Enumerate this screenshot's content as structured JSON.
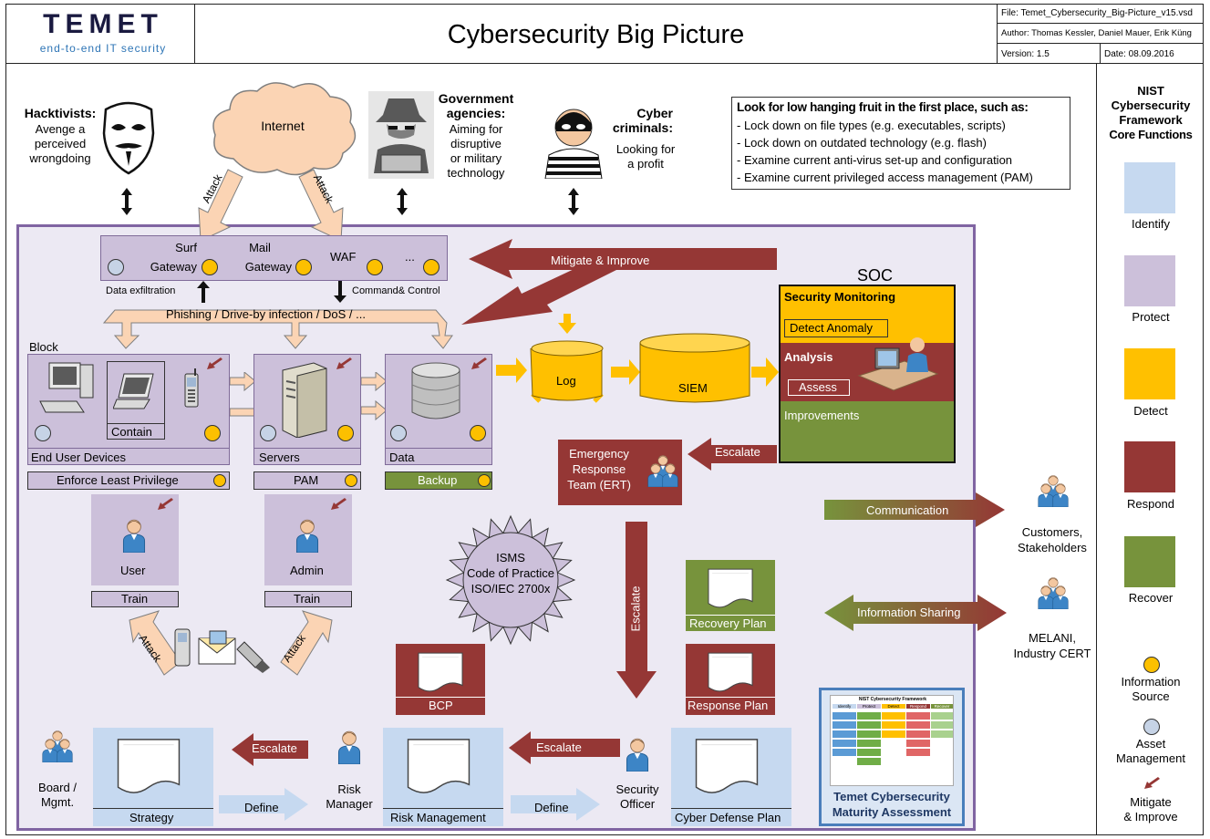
{
  "header": {
    "logo_word": "TEMET",
    "logo_tagline": "end-to-end IT security",
    "title": "Cybersecurity Big Picture",
    "file": "File: Temet_Cybersecurity_Big-Picture_v15.vsd",
    "author": "Author: Thomas Kessler, Daniel Mauer, Erik Küng",
    "version": "Version: 1.5",
    "date": "Date: 08.09.2016"
  },
  "actors": {
    "hacktivists_title": "Hacktivists:",
    "hacktivists_desc": [
      "Avenge a",
      "perceived",
      "wrongdoing"
    ],
    "government_title": [
      "Government",
      "agencies:"
    ],
    "government_desc": [
      "Aiming for",
      "disruptive",
      "or military",
      "technology"
    ],
    "criminals_title": [
      "Cyber",
      "criminals:"
    ],
    "criminals_desc": [
      "Looking for",
      "a profit"
    ]
  },
  "internet": "Internet",
  "attack": "Attack",
  "tips": {
    "heading": "Look for low hanging fruit in the first place, such as:",
    "items": [
      "- Lock down on file types (e.g. executables, scripts)",
      "- Lock down on outdated technology (e.g. flash)",
      "- Examine current anti-virus set-up and configuration",
      "- Examine current privileged access management (PAM)"
    ]
  },
  "gateways": {
    "surf": [
      "Surf",
      "Gateway"
    ],
    "mail": [
      "Mail",
      "Gateway"
    ],
    "waf": "WAF",
    "more": "...",
    "exfil": "Data exfiltration",
    "cc": "Command& Control"
  },
  "mitigate_improve": "Mitigate & Improve",
  "phishing": "Phishing / Drive-by infection / DoS / ...",
  "block": "Block",
  "contain": "Contain",
  "end_user_devices": "End User Devices",
  "servers": "Servers",
  "data": "Data",
  "enforce": "Enforce Least Privilege",
  "pam": "PAM",
  "backup": "Backup",
  "log": "Log",
  "siem": "SIEM",
  "soc": {
    "title": "SOC",
    "monitoring": "Security Monitoring",
    "detect": "Detect Anomaly",
    "analysis": "Analysis",
    "assess": "Assess",
    "improvements": "Improvements"
  },
  "escalate": "Escalate",
  "ert": [
    "Emergency",
    "Response",
    "Team (ERT)"
  ],
  "user": "User",
  "admin": "Admin",
  "train": "Train",
  "isms": [
    "ISMS",
    "Code of Practice",
    "ISO/IEC 2700x"
  ],
  "recovery_plan": "Recovery Plan",
  "bcp": "BCP",
  "response_plan": "Response Plan",
  "communication": "Communication",
  "information_sharing": "Information Sharing",
  "customers": [
    "Customers,",
    "Stakeholders"
  ],
  "melani": [
    "MELANI,",
    "Industry CERT"
  ],
  "board": [
    "Board /",
    "Mgmt."
  ],
  "strategy": "Strategy",
  "define": "Define",
  "risk_manager": [
    "Risk",
    "Manager"
  ],
  "risk_management": "Risk Management",
  "security_officer": [
    "Security",
    "Officer"
  ],
  "cyber_defense_plan": "Cyber Defense Plan",
  "maturity": {
    "mini_title": "NIST Cybersecurity Framework",
    "mini_cols": [
      "Identify",
      "Protect",
      "Detect",
      "Respond",
      "Recover"
    ],
    "label": [
      "Temet Cybersecurity",
      "Maturity Assessment"
    ]
  },
  "legend": {
    "title": [
      "NIST",
      "Cybersecurity",
      "Framework",
      "Core Functions"
    ],
    "identify": "Identify",
    "protect": "Protect",
    "detect": "Detect",
    "respond": "Respond",
    "recover": "Recover",
    "info_source": [
      "Information",
      "Source"
    ],
    "asset_mgmt": [
      "Asset",
      "Management"
    ],
    "mitigate": [
      "Mitigate",
      "& Improve"
    ]
  },
  "colors": {
    "identify": "#c6d9f0",
    "protect": "#ccc0da",
    "detect": "#ffc000",
    "respond": "#953735",
    "recover": "#77933c",
    "frame": "#8064a2",
    "peach": "#fbd4b4"
  }
}
